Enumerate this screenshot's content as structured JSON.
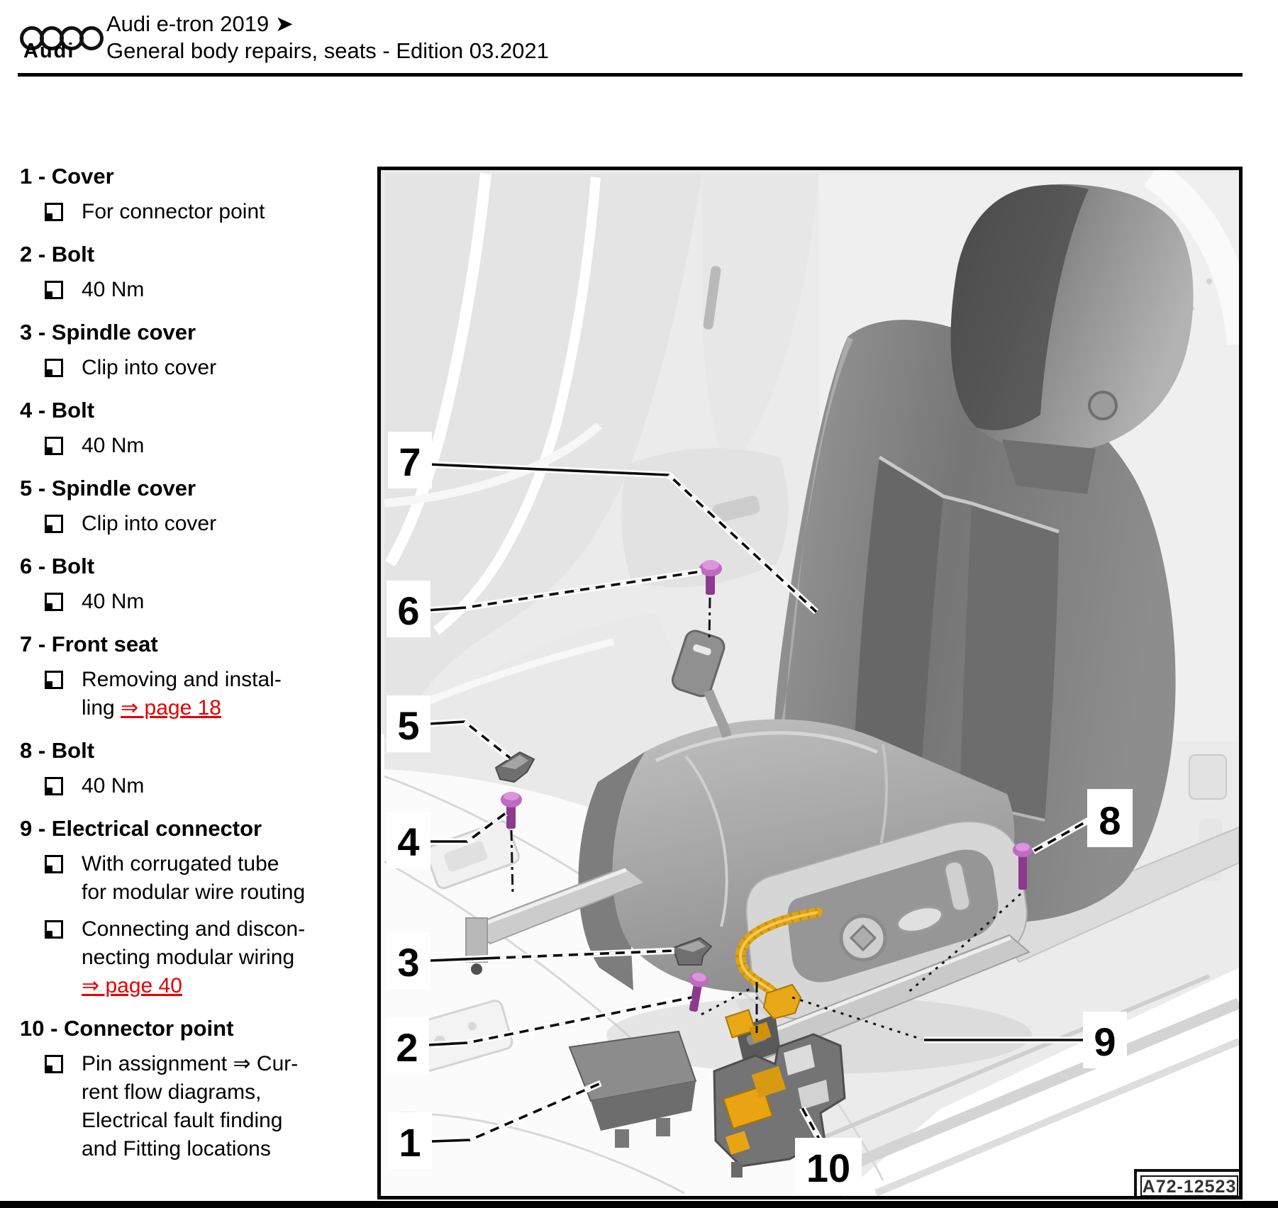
{
  "header": {
    "brand": "Audi",
    "logo_icon": "audi-rings-icon",
    "title_line1": "Audi e-tron 2019 ➤",
    "title_line2": "General body repairs, seats - Edition 03.2021"
  },
  "parts_list": {
    "bullet_icon": "checkbox-icon",
    "items": [
      {
        "label": "1 - Cover",
        "notes": [
          {
            "text": "For connector point"
          }
        ]
      },
      {
        "label": "2 - Bolt",
        "notes": [
          {
            "text": "40 Nm"
          }
        ]
      },
      {
        "label": "3 - Spindle cover",
        "notes": [
          {
            "text": "Clip into cover"
          }
        ]
      },
      {
        "label": "4 - Bolt",
        "notes": [
          {
            "text": "40 Nm"
          }
        ]
      },
      {
        "label": "5 - Spindle cover",
        "notes": [
          {
            "text": "Clip into cover"
          }
        ]
      },
      {
        "label": "6 - Bolt",
        "notes": [
          {
            "text": "40 Nm"
          }
        ]
      },
      {
        "label": "7 - Front seat",
        "notes": [
          {
            "text": "Removing and instal-\nling ",
            "link": "⇒ page 18"
          }
        ]
      },
      {
        "label": "8 - Bolt",
        "notes": [
          {
            "text": "40 Nm"
          }
        ]
      },
      {
        "label": "9 - Electrical connector",
        "notes": [
          {
            "text": "With corrugated tube\nfor modular wire routing"
          },
          {
            "text": "Connecting and discon-\nnecting modular wiring\n",
            "link": "⇒ page 40"
          }
        ]
      },
      {
        "label": "10 - Connector point",
        "notes": [
          {
            "text": "Pin assignment ⇒ Cur-\nrent flow diagrams,\nElectrical fault finding\nand Fitting locations"
          }
        ]
      }
    ]
  },
  "figure": {
    "code": "A72-12523",
    "callouts": [
      "1",
      "2",
      "3",
      "4",
      "5",
      "6",
      "7",
      "8",
      "9",
      "10"
    ]
  },
  "colors": {
    "link_red": "#e60000",
    "bolt_magenta": "#b95fb9",
    "harness_orange": "#e2a512",
    "label_black": "#111111"
  }
}
